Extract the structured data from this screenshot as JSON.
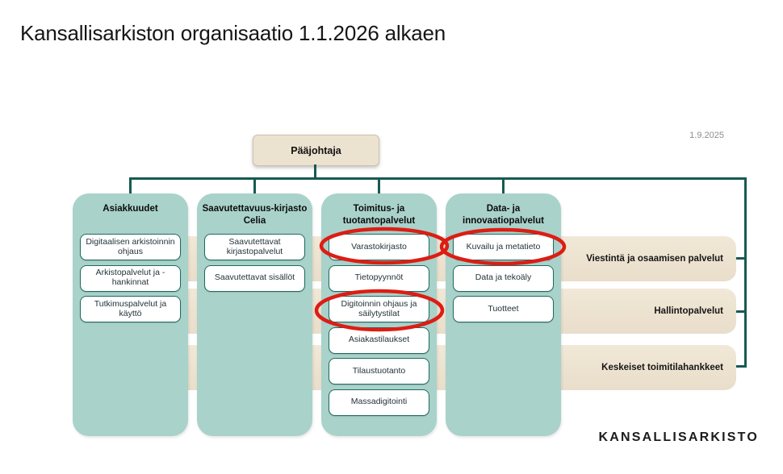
{
  "title": "Kansallisarkiston organisaatio 1.1.2026 alkaen",
  "date_note": "1.9.2025",
  "root": {
    "label": "Pääjohtaja"
  },
  "columns": [
    {
      "header": "Asiakkuudet",
      "items": [
        {
          "label": "Digitaalisen arkistoinnin ohjaus",
          "circled": false
        },
        {
          "label": "Arkistopalvelut ja - hankinnat",
          "circled": false
        },
        {
          "label": "Tutkimuspalvelut ja käyttö",
          "circled": false
        }
      ]
    },
    {
      "header": "Saavutettavuus-kirjasto Celia",
      "items": [
        {
          "label": "Saavutettavat kirjastopalvelut",
          "circled": false
        },
        {
          "label": "Saavutettavat sisällöt",
          "circled": false
        }
      ]
    },
    {
      "header": "Toimitus- ja tuotantopalvelut",
      "items": [
        {
          "label": "Varastokirjasto",
          "circled": true
        },
        {
          "label": "Tietopyynnöt",
          "circled": false
        },
        {
          "label": "Digitoinnin ohjaus ja säilytystilat",
          "circled": true
        },
        {
          "label": "Asiakastilaukset",
          "circled": false
        },
        {
          "label": "Tilaustuotanto",
          "circled": false
        },
        {
          "label": "Massadigitointi",
          "circled": false
        }
      ]
    },
    {
      "header": "Data- ja innovaatiopalvelut",
      "items": [
        {
          "label": "Kuvailu ja metatieto",
          "circled": true
        },
        {
          "label": "Data ja tekoäly",
          "circled": false
        },
        {
          "label": "Tuotteet",
          "circled": false
        }
      ]
    }
  ],
  "side_bars": [
    {
      "label": "Viestintä ja osaamisen palvelut"
    },
    {
      "label": "Hallintopalvelut"
    },
    {
      "label": "Keskeiset toimitilahankkeet"
    }
  ],
  "logo": "KANSALLISARKISTO",
  "colors": {
    "teal": "#a9d2ca",
    "teal-dark": "#1e6a5f",
    "line": "#175a52",
    "beige": "#ece2d0",
    "beige-border": "#cfc3ab",
    "red": "#dd1d14",
    "text": "#1a1a1a"
  }
}
